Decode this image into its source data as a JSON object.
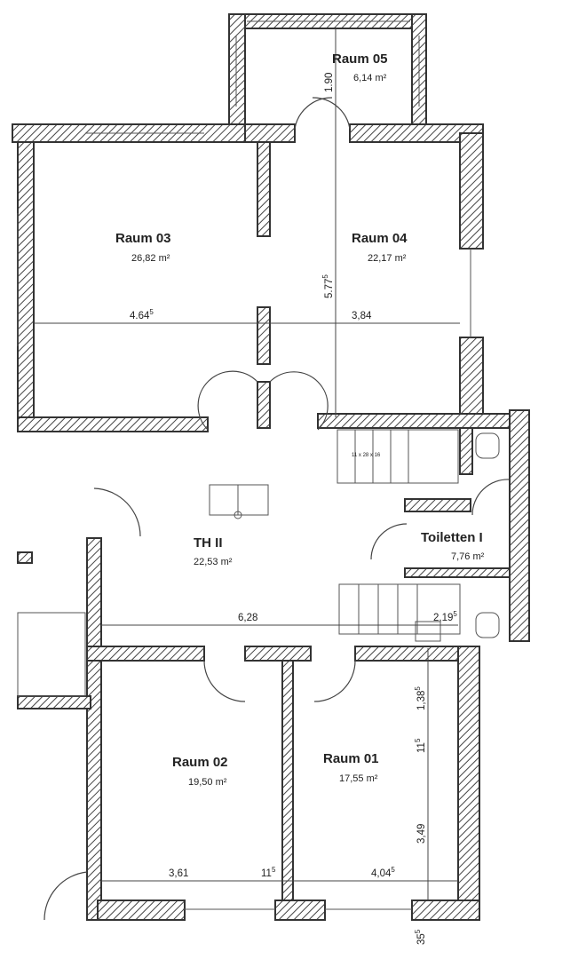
{
  "rooms": [
    {
      "id": "raum05",
      "name": "Raum 05",
      "area": "6,14 m²"
    },
    {
      "id": "raum03",
      "name": "Raum 03",
      "area": "26,82 m²"
    },
    {
      "id": "raum04",
      "name": "Raum 04",
      "area": "22,17 m²"
    },
    {
      "id": "th2",
      "name": "TH II",
      "area": "22,53 m²"
    },
    {
      "id": "toiletten",
      "name": "Toiletten I",
      "area": "7,76 m²"
    },
    {
      "id": "raum02",
      "name": "Raum 02",
      "area": "19,50 m²"
    },
    {
      "id": "raum01",
      "name": "Raum 01",
      "area": "17,55 m²"
    }
  ],
  "dimensions": {
    "d_190": "1.90",
    "d_577_main": "5.77",
    "d_577_sup": "5",
    "d_464_main": "4.64",
    "d_464_sup": "5",
    "d_384": "3,84",
    "d_628": "6,28",
    "d_219_main": "2,19",
    "d_219_sup": "5",
    "d_138_main": "1,38",
    "d_138_sup": "5",
    "d_11a_main": "11",
    "d_11a_sup": "5",
    "d_349": "3,49",
    "d_361": "3,61",
    "d_11b_main": "11",
    "d_11b_sup": "5",
    "d_404_main": "4,04",
    "d_404_sup": "5",
    "d_35_main": "35",
    "d_35_sup": "5",
    "stair_note": "11 x 28 x 16"
  }
}
